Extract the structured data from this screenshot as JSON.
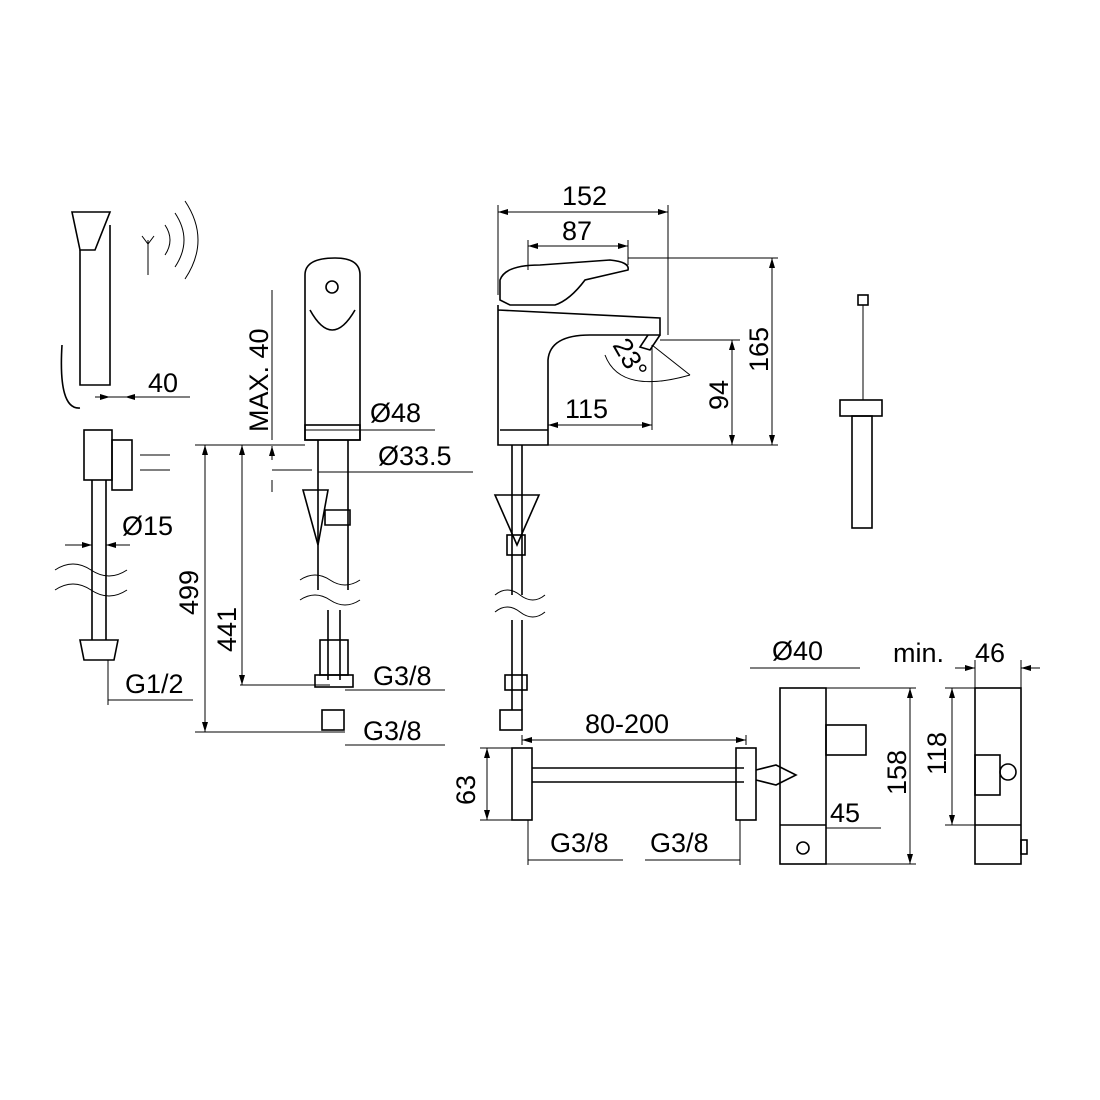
{
  "dimensions": {
    "width_152": "152",
    "width_87": "87",
    "height_165": "165",
    "height_94": "94",
    "reach_115": "115",
    "angle_23": "23°",
    "offset_40": "40",
    "max_40": "MAX. 40",
    "dia_48": "Ø48",
    "dia_33_5": "Ø33.5",
    "dia_15": "Ø15",
    "length_499": "499",
    "length_441": "441",
    "thread_g38_a": "G3/8",
    "thread_g38_b": "G3/8",
    "thread_g12": "G1/2",
    "range_80_200": "80-200",
    "height_63": "63",
    "thread_g38_c": "G3/8",
    "thread_g38_d": "G3/8",
    "dia_40": "Ø40",
    "min_label": "min.",
    "width_46": "46",
    "height_158": "158",
    "height_118": "118",
    "width_45": "45"
  }
}
